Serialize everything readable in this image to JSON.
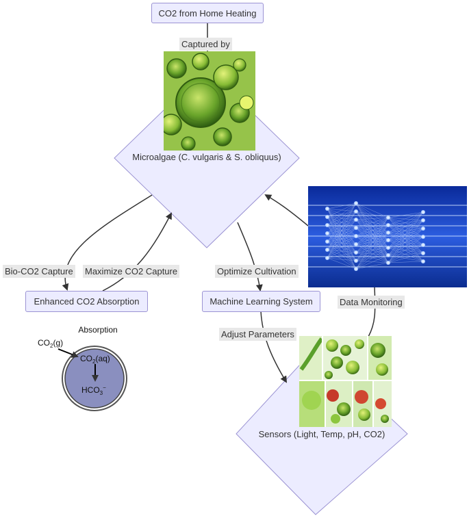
{
  "nodes": {
    "source": "CO2 from Home Heating",
    "microalgae": "Microalgae (C. vulgaris & S. obliquus)",
    "enhanced": "Enhanced CO2 Absorption",
    "ml": "Machine Learning System",
    "sensors": "Sensors (Light, Temp, pH, CO2)"
  },
  "edges": {
    "captured_by": "Captured by",
    "bio_capture": "Bio-CO2 Capture",
    "maximize": "Maximize CO2 Capture",
    "optimize": "Optimize Cultivation",
    "data_monitoring": "Data Monitoring",
    "adjust": "Adjust Parameters"
  },
  "absorption": {
    "title": "Absorption",
    "gas_main": "CO",
    "gas_sub": "2",
    "gas_state": "(g)",
    "aq_main": "CO",
    "aq_sub": "2",
    "aq_state": "(aq)",
    "bicarb_main": "HCO",
    "bicarb_sub": "3",
    "bicarb_sup": "−"
  },
  "colors": {
    "node_fill": "#ececff",
    "node_stroke": "#9b93d3",
    "edge": "#333333",
    "label_bg": "#e8e8e8",
    "circle_fill": "#8a8fbf"
  }
}
